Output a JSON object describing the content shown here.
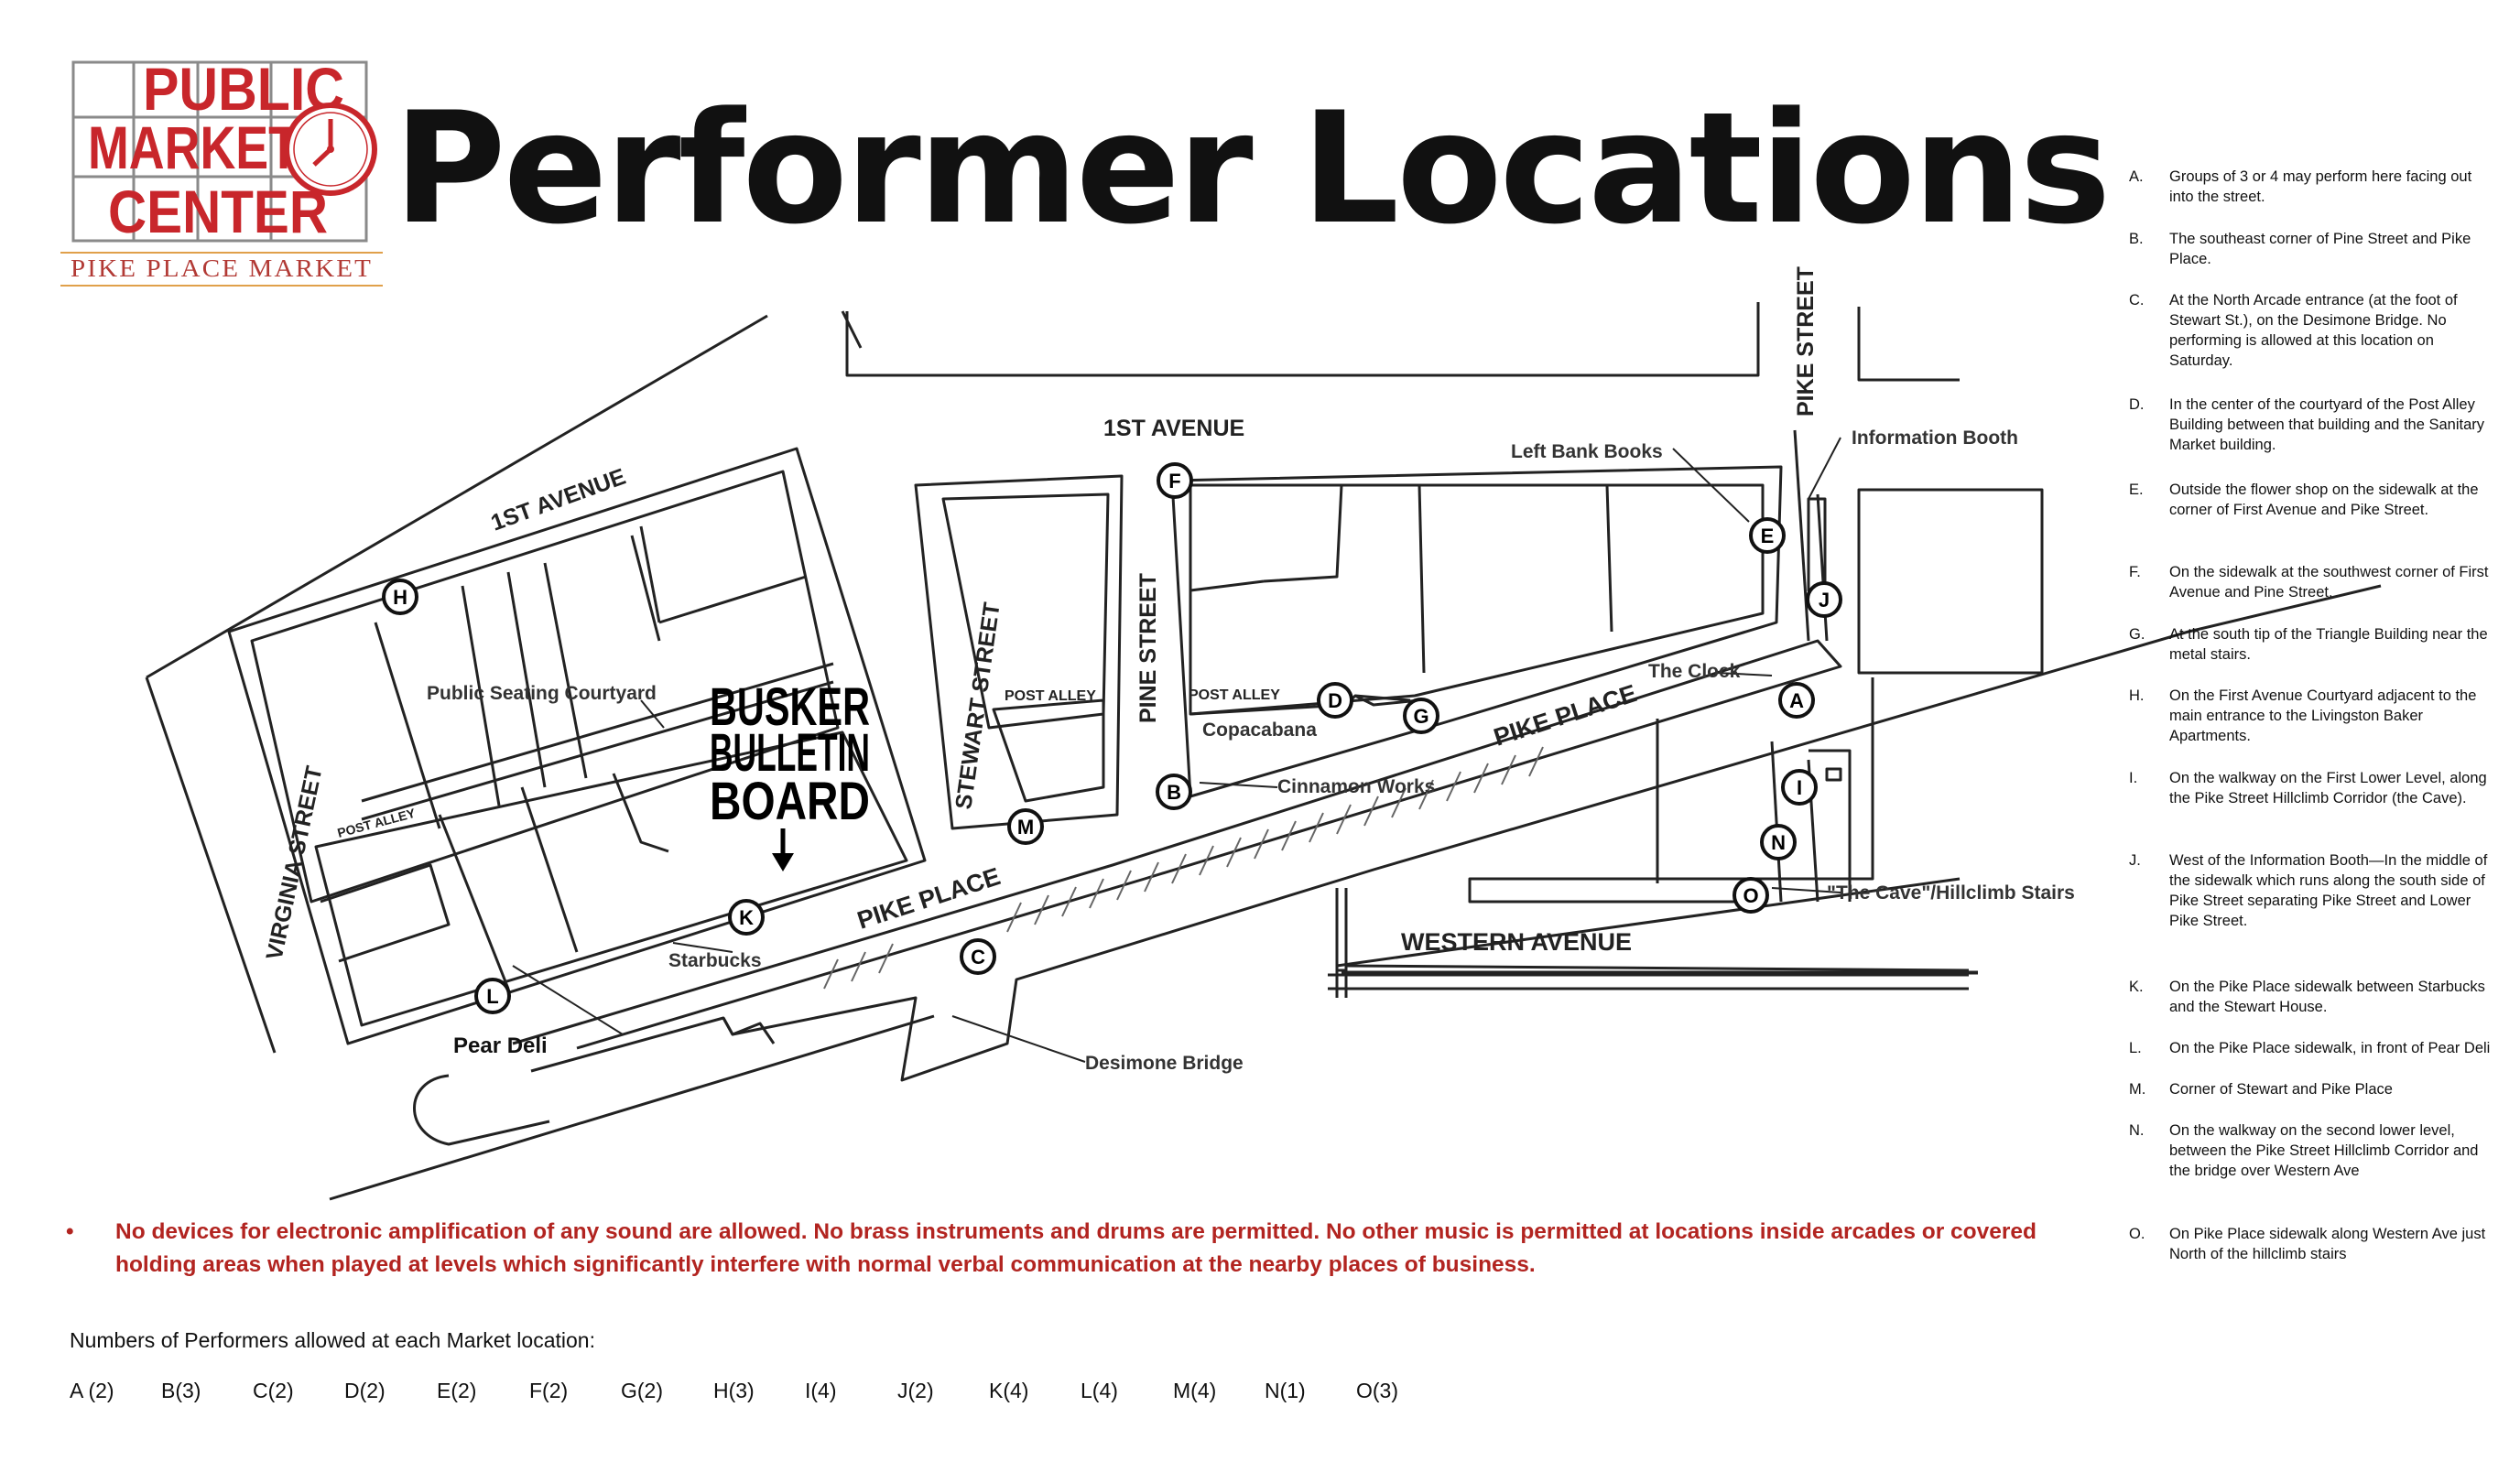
{
  "logo": {
    "line1": "PUBLIC",
    "line2": "MARKET",
    "line3": "CENTER",
    "tagline": "PIKE PLACE MARKET",
    "icon": "clock-icon",
    "colors": {
      "red": "#c8262b",
      "grid": "#8a8a8a",
      "tagline": "#b23a35"
    }
  },
  "title": "Performer Locations",
  "map": {
    "streets": {
      "first_ave_left": "1ST AVENUE",
      "first_ave_right": "1ST AVENUE",
      "virginia": "VIRGINIA STREET",
      "stewart": "STEWART STREET",
      "pine": "PINE STREET",
      "pike_street": "PIKE STREET",
      "pike_place_upper": "PIKE PLACE",
      "pike_place_lower": "PIKE PLACE",
      "western": "WESTERN AVENUE",
      "post_alley_1": "POST ALLEY",
      "post_alley_2": "POST ALLEY",
      "post_alley_3": "POST ALLEY"
    },
    "places": {
      "seating": "Public Seating Courtyard",
      "starbucks": "Starbucks",
      "pear_deli": "Pear  Deli",
      "desimone": "Desimone Bridge",
      "copacabana": "Copacabana",
      "cinnamon": "Cinnamon Works",
      "left_bank": "Left Bank Books",
      "info_booth": "Information Booth",
      "clock": "The Clock",
      "cave": "\"The Cave\"/Hillclimb Stairs"
    },
    "busker": {
      "line1": "BUSKER",
      "line2": "BULLETIN",
      "line3": "BOARD",
      "arrow": "arrow-down-icon"
    },
    "markers": [
      "A",
      "B",
      "C",
      "D",
      "E",
      "F",
      "G",
      "H",
      "I",
      "J",
      "K",
      "L",
      "M",
      "N",
      "O"
    ]
  },
  "legend": [
    {
      "letter": "A.",
      "text": "Groups of 3 or 4 may perform here facing out into the street."
    },
    {
      "letter": "B.",
      "text": "The southeast corner of Pine Street and Pike Place."
    },
    {
      "letter": "C.",
      "text": "At the North Arcade entrance (at the foot of Stewart St.), on the Desimone Bridge. No performing is allowed at this location on Saturday."
    },
    {
      "letter": "D.",
      "text": "In the center of the courtyard of the Post Alley Building between that building and the Sanitary Market building."
    },
    {
      "letter": "E.",
      "text": "Outside the flower shop on the sidewalk at the corner of First Avenue and Pike Street."
    },
    {
      "letter": "F.",
      "text": "On the sidewalk at the southwest corner of First Avenue and Pine Street."
    },
    {
      "letter": "G.",
      "text": "At the south tip of the Triangle Building near the metal stairs."
    },
    {
      "letter": "H.",
      "text": "On the First Avenue Courtyard adjacent to the main entrance to the Livingston Baker Apartments."
    },
    {
      "letter": "I.",
      "text": "On the walkway on the First Lower Level, along the Pike Street Hillclimb Corridor (the Cave)."
    },
    {
      "letter": "J.",
      "text": "West of the Information Booth—In the middle of the sidewalk which runs along the south side of Pike Street separating Pike Street and Lower Pike Street."
    },
    {
      "letter": "K.",
      "text": "On the Pike Place sidewalk between Starbucks and the Stewart House."
    },
    {
      "letter": "L.",
      "text": "On the Pike Place sidewalk, in front of Pear Deli"
    },
    {
      "letter": "M.",
      "text": "Corner of Stewart and Pike Place"
    },
    {
      "letter": "N.",
      "text": "On the walkway on the second lower level, between the Pike Street Hillclimb Corridor and the bridge over Western Ave"
    },
    {
      "letter": "O.",
      "text": "On Pike Place sidewalk along Western Ave just North of the hillclimb stairs"
    }
  ],
  "rules_note": "No devices for electronic amplification of any sound are allowed. No brass instruments and drums are permitted. No other music is permitted at locations inside arcades or covered holding areas when played at levels which significantly interfere with normal verbal communication at the nearby places of business.",
  "rules_bullet": "•",
  "capacity": {
    "title": "Numbers of Performers allowed at each Market location:",
    "items": [
      "A (2)",
      "B(3)",
      "C(2)",
      "D(2)",
      "E(2)",
      "F(2)",
      "G(2)",
      "H(3)",
      "I(4)",
      "J(2)",
      "K(4)",
      "L(4)",
      "M(4)",
      "N(1)",
      "O(3)"
    ]
  },
  "colors": {
    "note_red": "#b22420",
    "ink": "#111111"
  }
}
